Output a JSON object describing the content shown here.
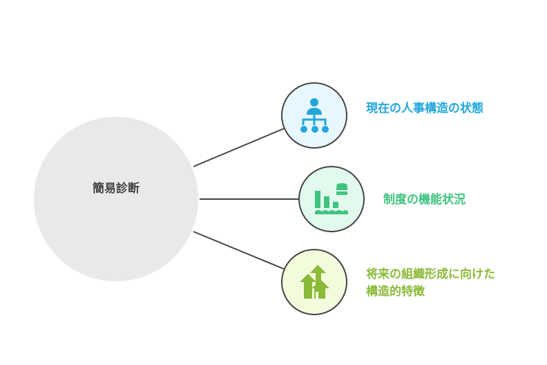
{
  "center": {
    "label": "簡易診断"
  },
  "branches": [
    {
      "label": "現在の人事構造の状態",
      "icon": "org-chart-icon",
      "color": "#22a7dc",
      "fill": "#e8f7fd"
    },
    {
      "label": "制度の機能状況",
      "icon": "bar-chart-database-icon",
      "color": "#3ec47f",
      "fill": "#e2faee"
    },
    {
      "label": "将来の組織形成に向けた構造的特徴",
      "icon": "growth-arrows-icon",
      "color": "#8aba38",
      "fill": "#f2fbdc"
    }
  ]
}
